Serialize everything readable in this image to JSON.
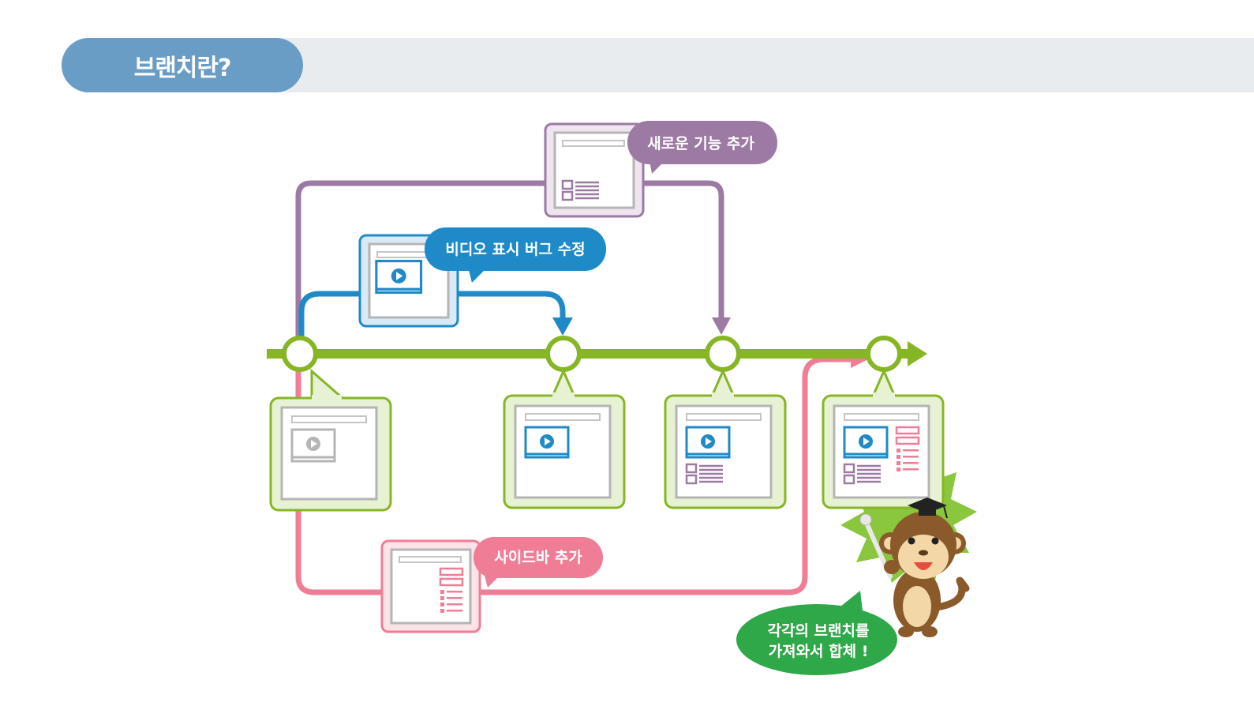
{
  "header": {
    "title": "브랜치란?"
  },
  "labels": {
    "feature": "새로운 기능 추가",
    "bugfix": "비디오 표시 버그 수정",
    "sidebar": "사이드바 추가",
    "merge_line1": "각각의 브랜치를",
    "merge_line2": "가져와서 합체 !"
  },
  "colors": {
    "main": "#86b623",
    "feature": "#9c7aa3",
    "bugfix": "#1f8ac8",
    "sidebar": "#f07d96",
    "header_pill": "#6a9dc6",
    "header_bar": "#e8ecef",
    "merge_bubble": "#2fa84a"
  },
  "icons": [
    "window-icon",
    "play-icon",
    "monkey-mascot",
    "graduation-cap-icon"
  ]
}
